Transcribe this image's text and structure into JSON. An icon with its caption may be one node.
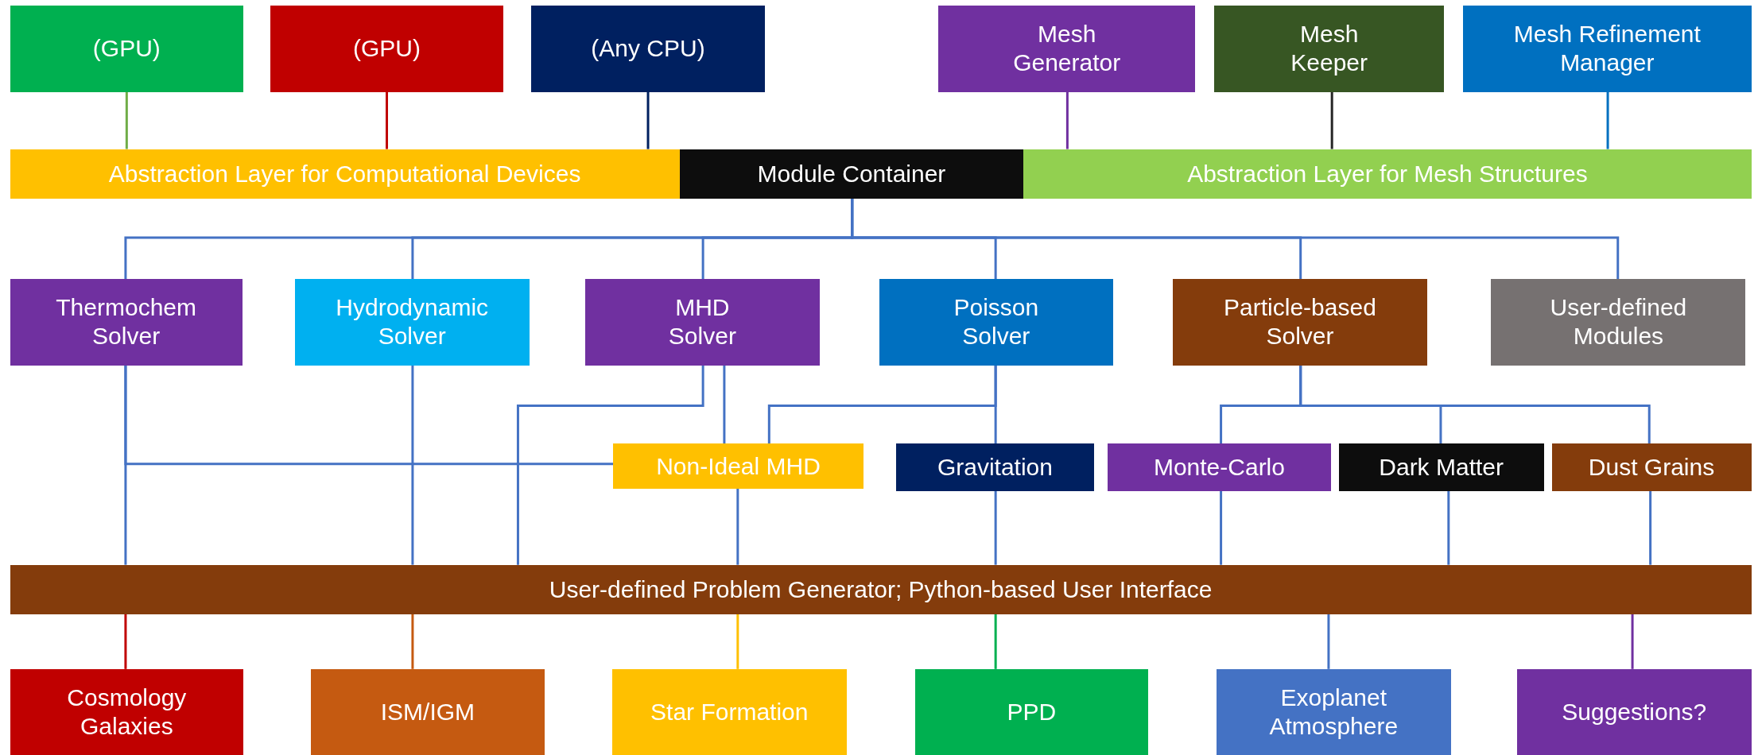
{
  "diagram": {
    "nodes": [
      {
        "text": [
          "(GPU)"
        ]
      },
      {
        "text": [
          "(GPU)"
        ]
      },
      {
        "text": [
          "(Any CPU)"
        ]
      },
      {
        "text": [
          "Mesh Generator"
        ]
      },
      {
        "text": [
          "Mesh Keeper"
        ]
      },
      {
        "text": [
          "Mesh Refinement Manager"
        ]
      },
      {
        "text": [
          "Abstraction Layer for Computational Devices"
        ]
      },
      {
        "text": [
          "Module Container"
        ]
      },
      {
        "text": [
          "Abstraction Layer for Mesh Structures"
        ]
      },
      {
        "text": [
          "Thermochem Solver"
        ]
      },
      {
        "text": [
          "Hydrodynamic Solver"
        ]
      },
      {
        "text": [
          "MHD Solver"
        ]
      },
      {
        "text": [
          "Poisson Solver"
        ]
      },
      {
        "text": [
          "Particle-based Solver"
        ]
      },
      {
        "text": [
          "User-defined Modules"
        ]
      },
      {
        "text": [
          "Non-Ideal MHD"
        ]
      },
      {
        "text": [
          "Gravitation"
        ]
      },
      {
        "text": [
          "Monte-Carlo"
        ]
      },
      {
        "text": [
          "Dark Matter"
        ]
      },
      {
        "text": [
          "Dust Grains"
        ]
      },
      {
        "text": [
          "User-defined Problem Generator; Python-based User Interface"
        ]
      },
      {
        "text": [
          "Cosmology Galaxies"
        ]
      },
      {
        "text": [
          "ISM/IGM"
        ]
      },
      {
        "text": [
          "Star Formation"
        ]
      },
      {
        "text": [
          "PPD"
        ]
      },
      {
        "text": [
          "Exoplanet Atmosphere"
        ]
      },
      {
        "text": [
          "Suggestions?"
        ]
      }
    ],
    "edges": [
      {
        "from": 0,
        "to": 6,
        "arrow": "none",
        "color": "#70ad47"
      },
      {
        "from": 1,
        "to": 6,
        "arrow": "none",
        "color": "#c00000"
      },
      {
        "from": 2,
        "to": 6,
        "arrow": "none",
        "color": "#002060"
      },
      {
        "from": 3,
        "to": 8,
        "arrow": "none",
        "color": "#7030a0"
      },
      {
        "from": 4,
        "to": 8,
        "arrow": "none",
        "color": "#262626"
      },
      {
        "from": 5,
        "to": 8,
        "arrow": "none",
        "color": "#0070c0"
      },
      {
        "from": 7,
        "to": 9,
        "arrow": "none"
      },
      {
        "from": 7,
        "to": 10,
        "arrow": "none"
      },
      {
        "from": 7,
        "to": 11,
        "arrow": "none"
      },
      {
        "from": 7,
        "to": 12,
        "arrow": "none"
      },
      {
        "from": 7,
        "to": 13,
        "arrow": "none"
      },
      {
        "from": 7,
        "to": 14,
        "arrow": "none"
      },
      {
        "from": 9,
        "to": 20,
        "arrow": "none"
      },
      {
        "from": 9,
        "to": 15,
        "arrow": "none"
      },
      {
        "from": 10,
        "to": 20,
        "arrow": "none"
      },
      {
        "from": 11,
        "to": 20,
        "arrow": "none"
      },
      {
        "from": 11,
        "to": 15,
        "arrow": "none"
      },
      {
        "from": 12,
        "to": 16,
        "arrow": "none"
      },
      {
        "from": 12,
        "to": 15,
        "arrow": "none"
      },
      {
        "from": 15,
        "to": 20,
        "arrow": "none"
      },
      {
        "from": 16,
        "to": 20,
        "arrow": "none"
      },
      {
        "from": 13,
        "to": 17,
        "arrow": "none"
      },
      {
        "from": 13,
        "to": 18,
        "arrow": "none"
      },
      {
        "from": 13,
        "to": 19,
        "arrow": "none"
      },
      {
        "from": 17,
        "to": 20,
        "arrow": "none"
      },
      {
        "from": 18,
        "to": 20,
        "arrow": "none"
      },
      {
        "from": 19,
        "to": 20,
        "arrow": "none"
      },
      {
        "from": 20,
        "to": 21,
        "arrow": "none",
        "color": "#c00000"
      },
      {
        "from": 20,
        "to": 22,
        "arrow": "none",
        "color": "#c55a11"
      },
      {
        "from": 20,
        "to": 23,
        "arrow": "none",
        "color": "#ffc000"
      },
      {
        "from": 20,
        "to": 24,
        "arrow": "none",
        "color": "#00b050"
      },
      {
        "from": 20,
        "to": 25,
        "arrow": "none",
        "color": "#4472c4"
      },
      {
        "from": 20,
        "to": 26,
        "arrow": "none",
        "color": "#7030a0"
      }
    ]
  }
}
